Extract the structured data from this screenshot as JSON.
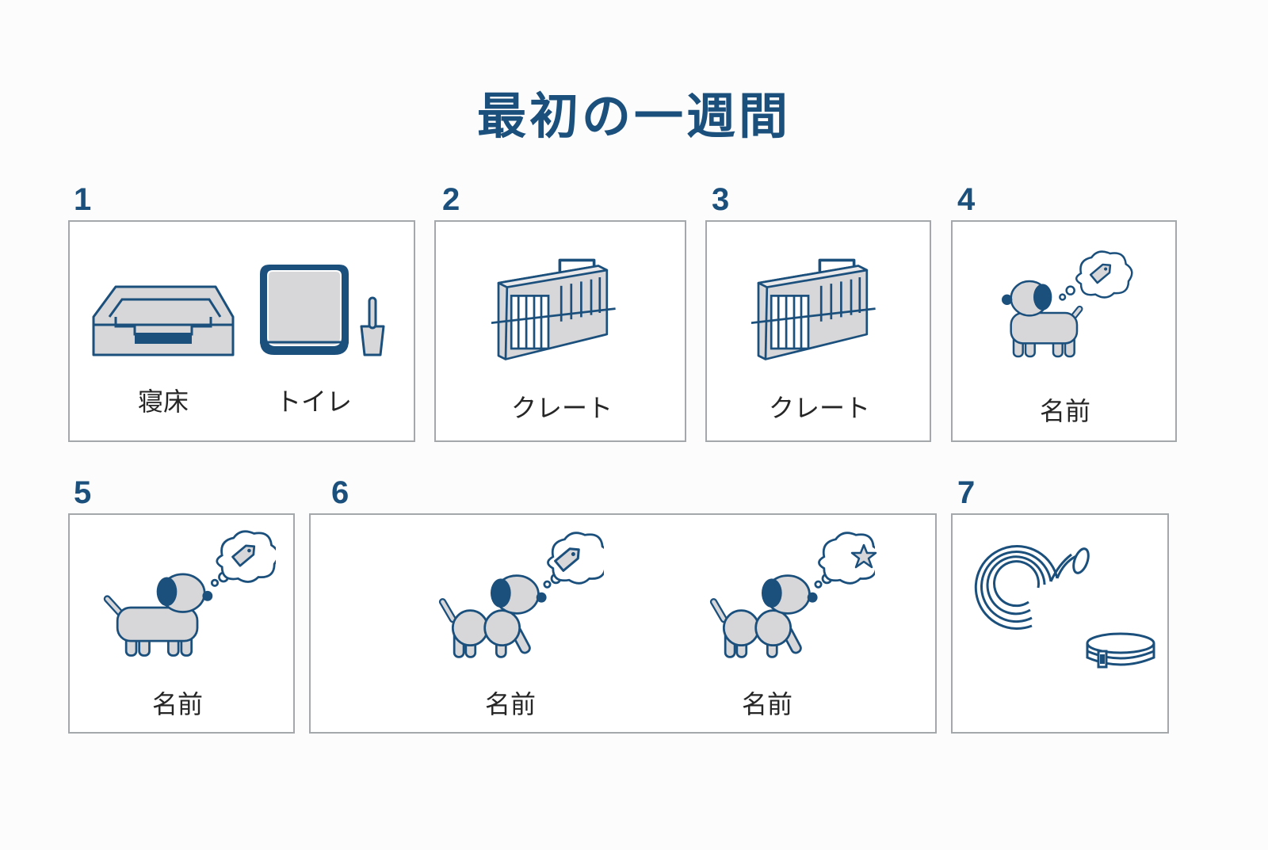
{
  "title": "最初の一週間",
  "colors": {
    "accent": "#1b4f7c",
    "fill": "#d7d7d9",
    "border": "#a5a8ab"
  },
  "steps": [
    {
      "number": "1",
      "items": [
        {
          "label": "寝床",
          "icon": "dog-bed-icon"
        },
        {
          "label": "トイレ",
          "icon": "litter-tray-icon"
        }
      ]
    },
    {
      "number": "2",
      "items": [
        {
          "label": "クレート",
          "icon": "crate-icon"
        }
      ]
    },
    {
      "number": "3",
      "items": [
        {
          "label": "クレート",
          "icon": "crate-icon"
        }
      ]
    },
    {
      "number": "4",
      "items": [
        {
          "label": "名前",
          "icon": "dog-thinking-tag-icon"
        }
      ]
    },
    {
      "number": "5",
      "items": [
        {
          "label": "名前",
          "icon": "dog-thinking-tag-icon"
        }
      ]
    },
    {
      "number": "6",
      "items": [
        {
          "label": "名前",
          "icon": "dog-walking-tag-icon"
        },
        {
          "label": "名前",
          "icon": "dog-walking-star-icon"
        }
      ]
    },
    {
      "number": "7",
      "items": [
        {
          "icon": "leash-and-collar-icon"
        }
      ]
    }
  ]
}
